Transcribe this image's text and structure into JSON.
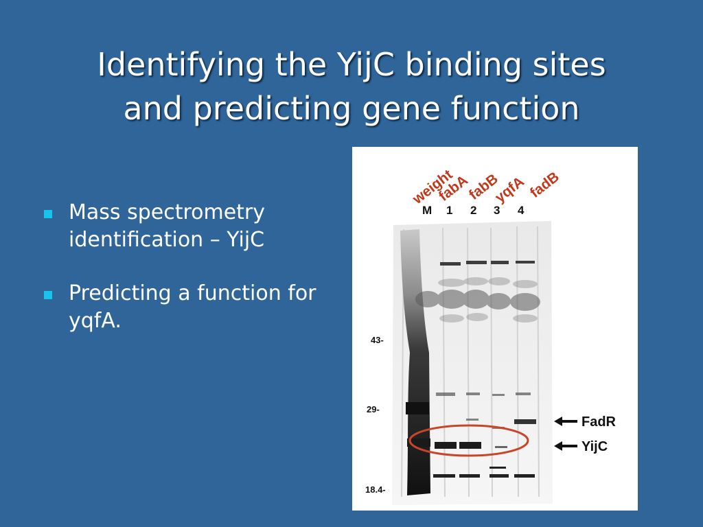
{
  "slide": {
    "title_line1": "Identifying the YijC binding sites",
    "title_line2": "and predicting gene function",
    "bullets": [
      "Mass spectrometry identification – YijC",
      "Predicting a function for yqfA."
    ]
  },
  "gel": {
    "lane_headers": [
      "weight",
      "fabA",
      "fabB",
      "yqfA",
      "fadB"
    ],
    "lane_labels": [
      "M",
      "1",
      "2",
      "3",
      "4"
    ],
    "marker_labels": [
      "43-",
      "29-",
      "18.4-"
    ],
    "arrow_labels": [
      "FadR",
      "YijC"
    ]
  },
  "colors": {
    "background": "#2f6599",
    "bullet_marker": "#17c5ec",
    "header_text": "#c0391b",
    "highlight_ellipse": "#c8452a"
  }
}
